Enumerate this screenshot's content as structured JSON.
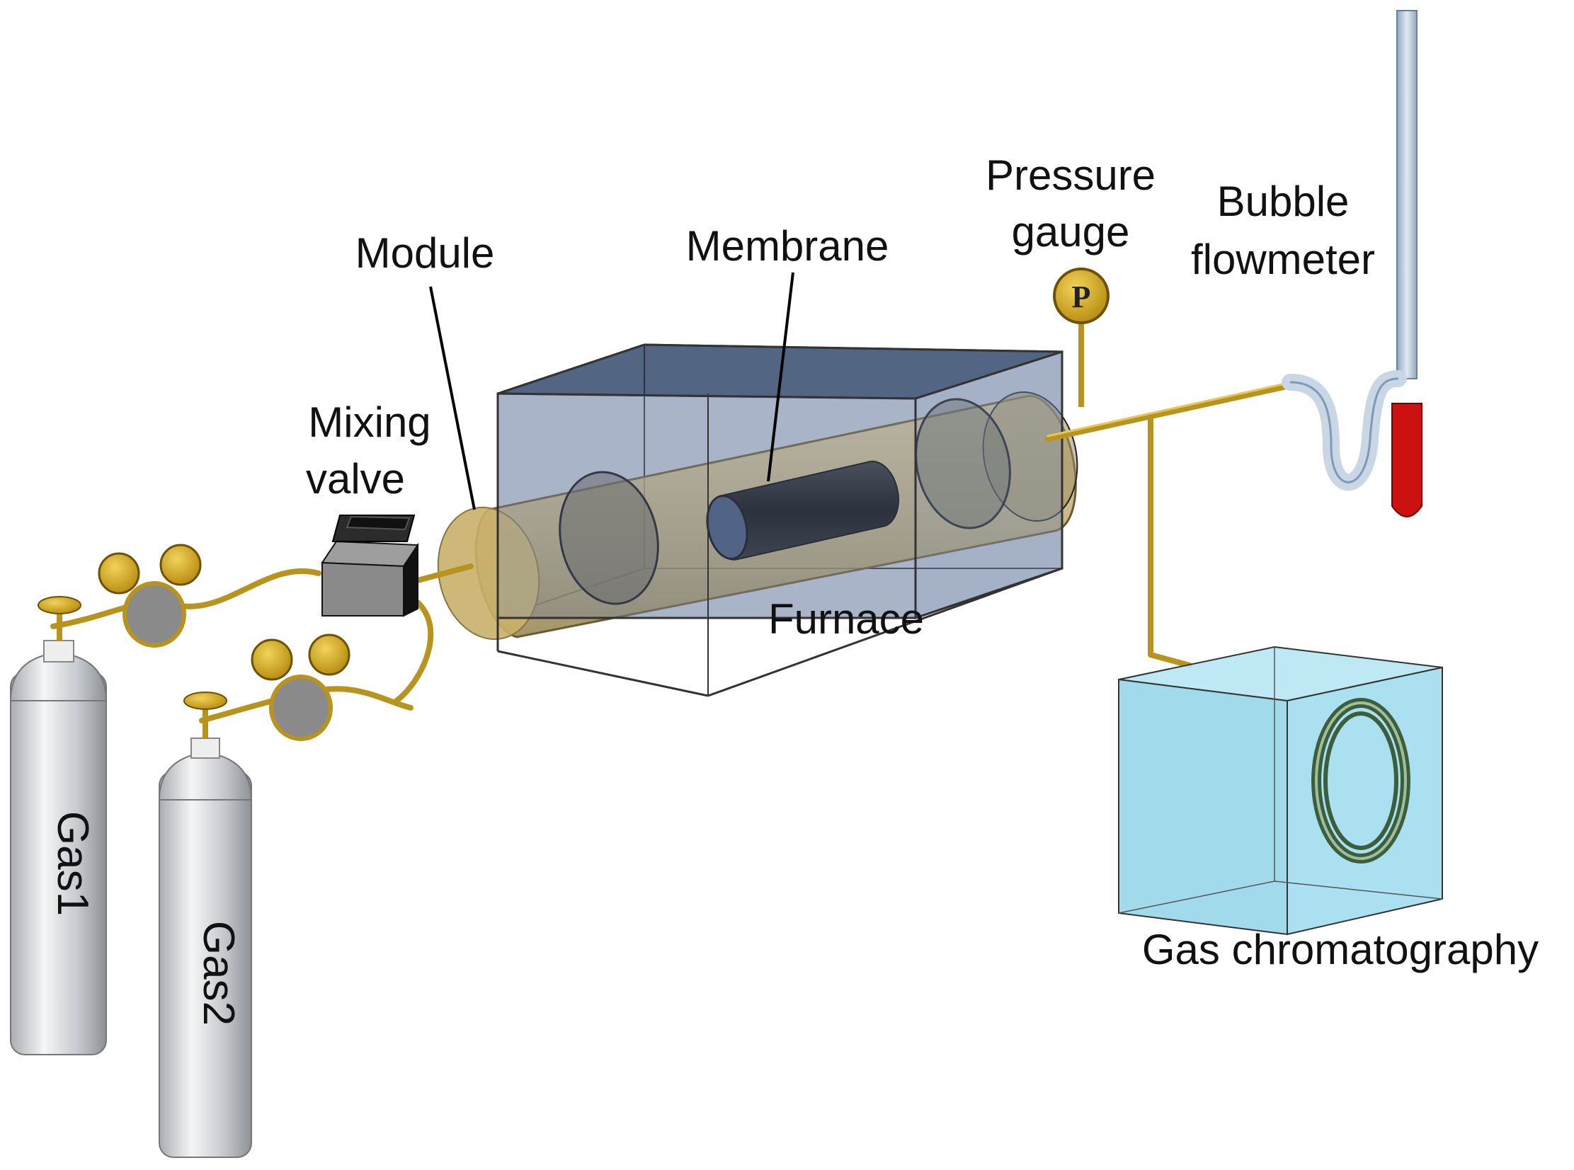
{
  "labels": {
    "module": "Module",
    "membrane": "Membrane",
    "pressure_gauge_line1": "Pressure",
    "pressure_gauge_line2": "gauge",
    "bubble_flowmeter_line1": "Bubble",
    "bubble_flowmeter_line2": "flowmeter",
    "mixing_valve_line1": "Mixing",
    "mixing_valve_line2": "valve",
    "furnace": "Furnace",
    "gas_chromatography": "Gas chromatography",
    "gas1": "Gas1",
    "gas2": "Gas2",
    "gauge_symbol": "P"
  },
  "colors": {
    "pipe": "#b8941f",
    "cylinder_body": "#c9ccd0",
    "furnace_fill": "#7f93b3",
    "module_tube": "#c8b37a",
    "gc_box": "#8fd3e8",
    "flowmeter_bulb": "#cc1111",
    "knob_gold": "#d9ad1c",
    "regulator_gray": "#8a8a8a"
  }
}
